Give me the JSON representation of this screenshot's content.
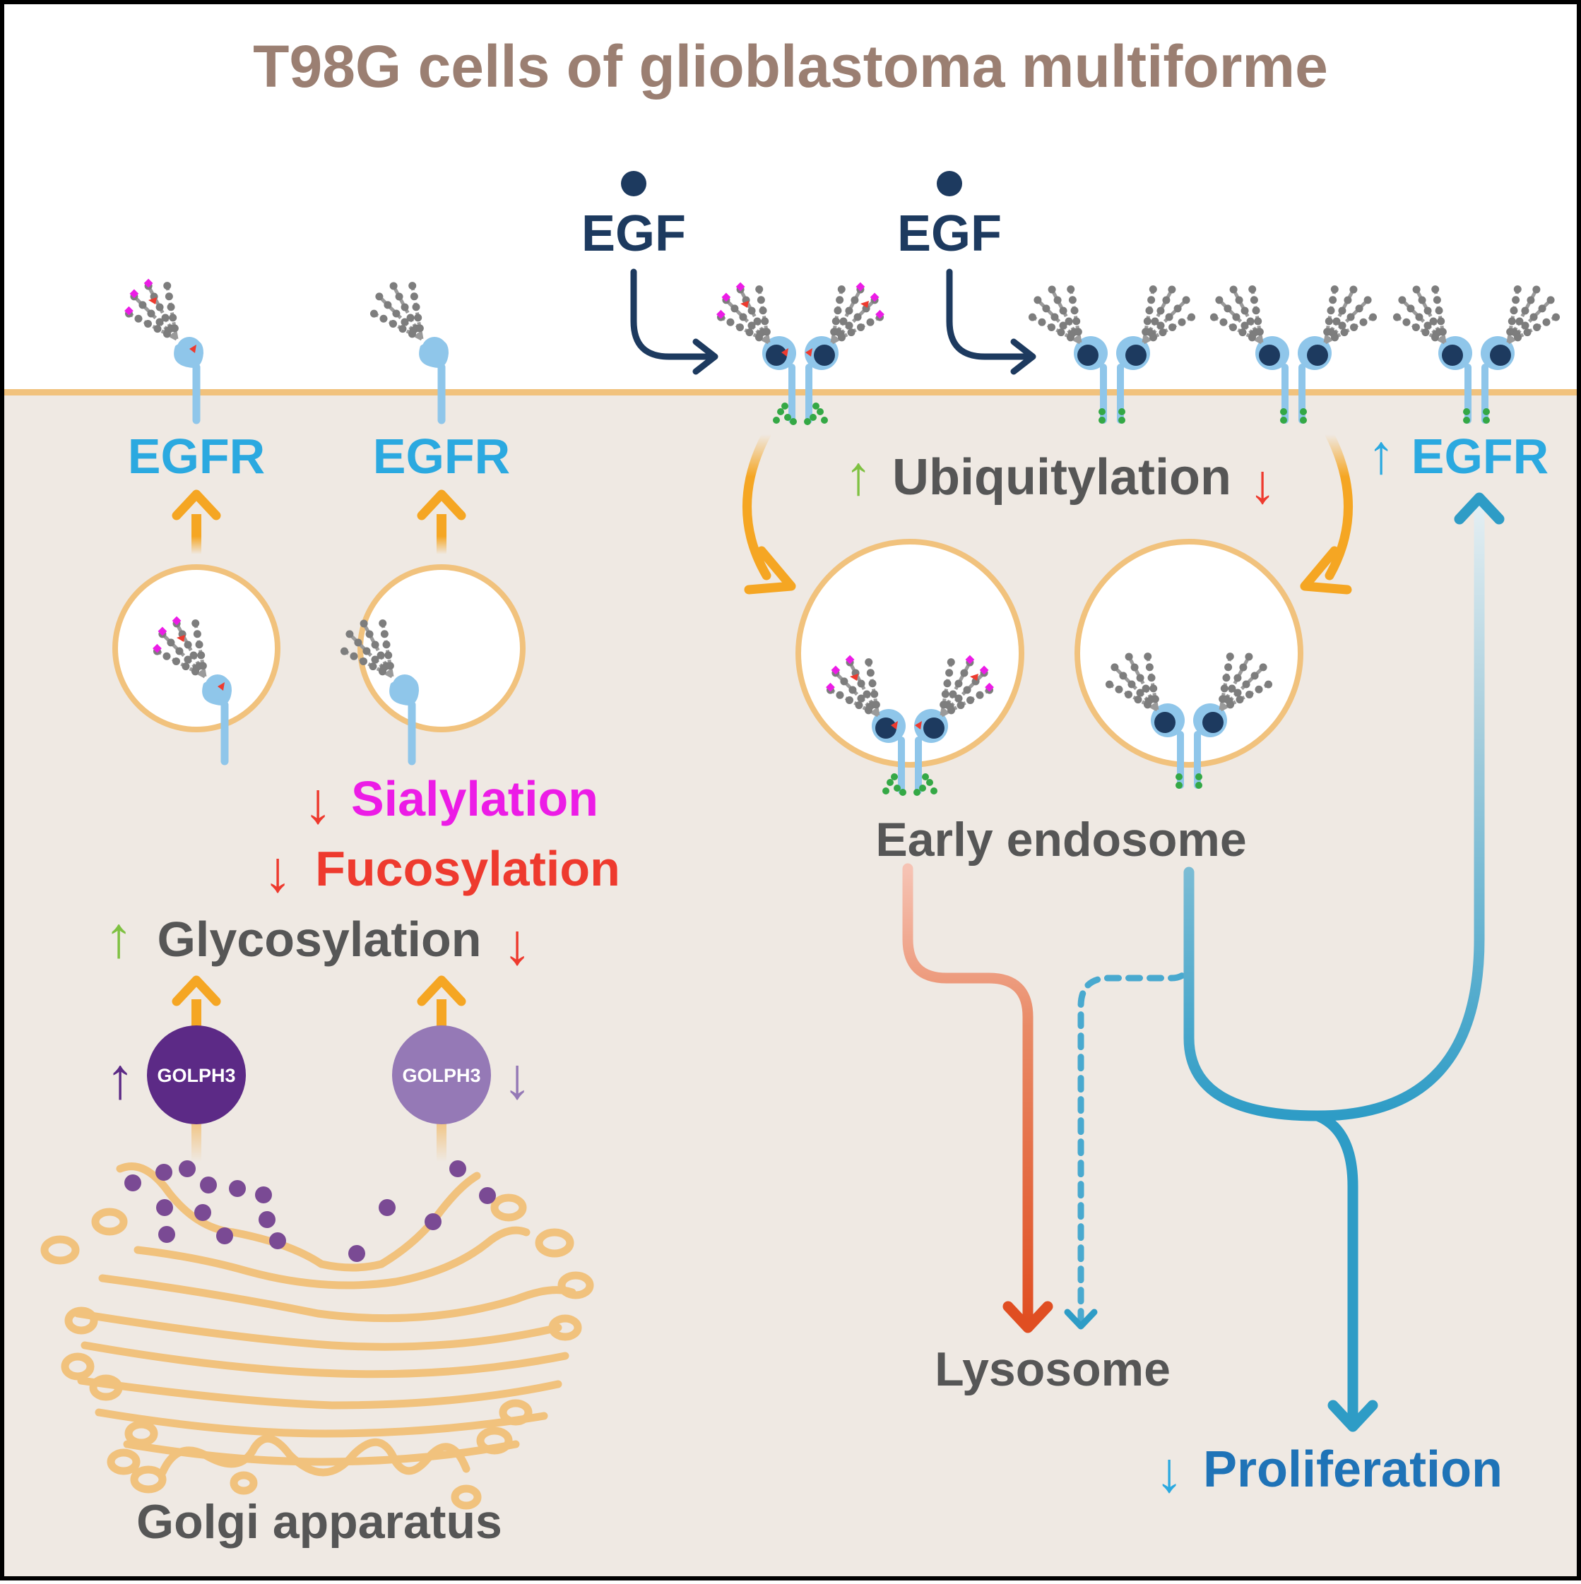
{
  "title": "T98G cells of glioblastoma multiforme",
  "egf_labels": [
    "EGF",
    "EGF"
  ],
  "egfr_labels": [
    "EGFR",
    "EGFR"
  ],
  "egfr_up_label": "EGFR",
  "ubiquitylation": "Ubiquitylation",
  "sialylation": "Sialylation",
  "fucosylation": "Fucosylation",
  "glycosylation": "Glycosylation",
  "golph3_high": "GOLPH3",
  "golph3_low": "GOLPH3",
  "early_endosome": "Early endosome",
  "lysosome": "Lysosome",
  "proliferation": "Proliferation",
  "golgi": "Golgi apparatus",
  "arrows": {
    "up": "↑",
    "down": "↓"
  },
  "colors": {
    "title": "#9b7f72",
    "egf": "#1d3a5f",
    "egfr": "#2ba9e0",
    "receptor": "#8fc6ea",
    "glycan": "#7d7d7d",
    "sialic": "#ec1ce6",
    "fucose": "#ee3a2e",
    "ubiquitin": "#34a845",
    "orange": "#f5a623",
    "membrane": "#f1c27d",
    "cytoplasm": "#efe9e3",
    "green": "#7fc142",
    "red": "#ee3a2e",
    "dark_purple": "#5c2a86",
    "light_purple": "#9579b6",
    "dark_text": "#565656",
    "magenta": "#ec1ce6",
    "lysosome_red": "#e5532d",
    "recycle_blue": "#2e9cc6"
  }
}
